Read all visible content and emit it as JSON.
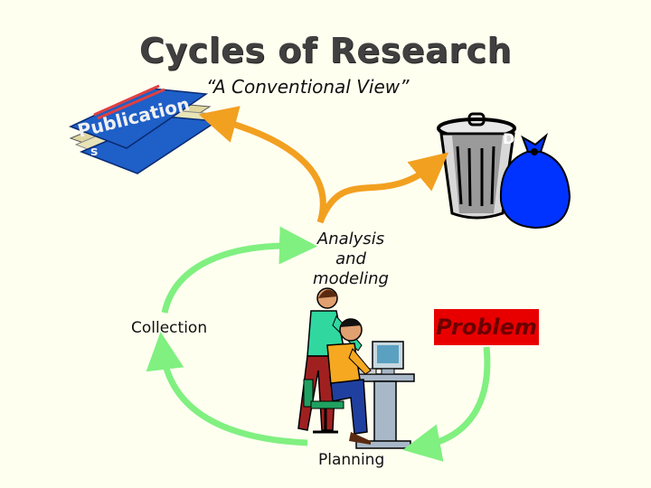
{
  "title": "Cycles of Research",
  "subtitle": "“A Conventional View”",
  "book": {
    "text": "Publication",
    "suffix": "s"
  },
  "trash": {
    "letter": "D"
  },
  "labels": {
    "analysis_1": "Analysis",
    "analysis_2": "and",
    "analysis_3": "modeling",
    "collection": "Collection",
    "problem": "Problem",
    "planning": "Planning"
  },
  "colors": {
    "background": "#FFFFF0",
    "orange_arrow": "#F2A020",
    "green_arrow": "#80F080",
    "problem_box": "#E80000",
    "trash_blue": "#0033FF",
    "book_blue": "#1E5FC8"
  }
}
